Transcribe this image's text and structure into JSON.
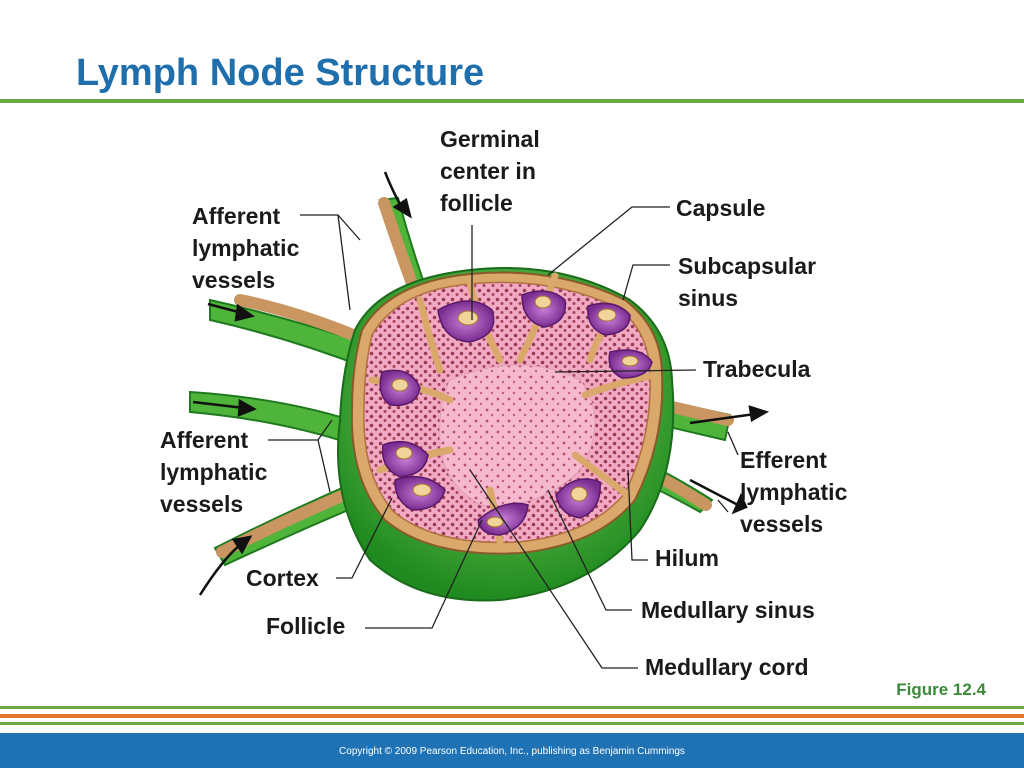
{
  "slide": {
    "title": "Lymph Node Structure",
    "figure_label": "Figure 12.4",
    "copyright": "Copyright © 2009 Pearson Education, Inc., publishing as Benjamin Cummings"
  },
  "labels": {
    "germinal_center": [
      "Germinal",
      "center in",
      "follicle"
    ],
    "capsule": [
      "Capsule"
    ],
    "subcapsular_sinus": [
      "Subcapsular",
      "sinus"
    ],
    "trabecula": [
      "Trabecula"
    ],
    "afferent_top": [
      "Afferent",
      "lymphatic",
      "vessels"
    ],
    "afferent_bottom": [
      "Afferent",
      "lymphatic",
      "vessels"
    ],
    "efferent": [
      "Efferent",
      "lymphatic",
      "vessels"
    ],
    "hilum": [
      "Hilum"
    ],
    "cortex": [
      "Cortex"
    ],
    "follicle": [
      "Follicle"
    ],
    "medullary_sinus": [
      "Medullary sinus"
    ],
    "medullary_cord": [
      "Medullary cord"
    ]
  },
  "colors": {
    "title": "#1f6fad",
    "rule_green": "#6aa841",
    "rule_orange": "#e4762b",
    "footer_blue": "#1f73b5",
    "capsule_tan": "#d9a86a",
    "tissue_pink": "#e89ab8",
    "follicle_purple": "#8a3aa0",
    "vessel_green": "#4fb43a"
  }
}
